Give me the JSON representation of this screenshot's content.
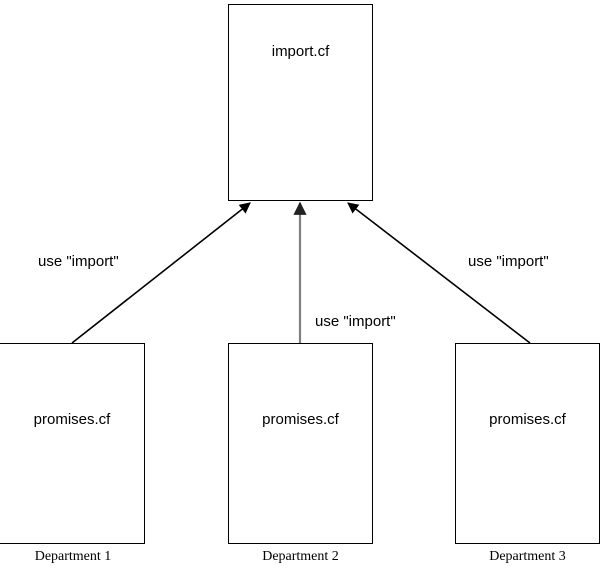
{
  "diagram": {
    "type": "dependency-diagram",
    "background_color": "#ffffff",
    "line_color": "#000000",
    "mid_line_color": "#808080",
    "nodes": [
      {
        "id": "import",
        "label": "import.cf",
        "role": "shared-import-file"
      },
      {
        "id": "promises-1",
        "label": "promises.cf",
        "role": "department-policy"
      },
      {
        "id": "promises-2",
        "label": "promises.cf",
        "role": "department-policy"
      },
      {
        "id": "promises-3",
        "label": "promises.cf",
        "role": "department-policy"
      }
    ],
    "edges": [
      {
        "id": "edge-left",
        "from": "promises-1",
        "to": "import",
        "label": "use \"import\"",
        "color": "#000000"
      },
      {
        "id": "edge-mid",
        "from": "promises-2",
        "to": "import",
        "label": "use \"import\"",
        "color": "#808080"
      },
      {
        "id": "edge-right",
        "from": "promises-3",
        "to": "import",
        "label": "use \"import\"",
        "color": "#000000"
      }
    ],
    "captions": [
      {
        "id": "dept-1",
        "text": "Department 1"
      },
      {
        "id": "dept-2",
        "text": "Department 2"
      },
      {
        "id": "dept-3",
        "text": "Department 3"
      }
    ]
  }
}
